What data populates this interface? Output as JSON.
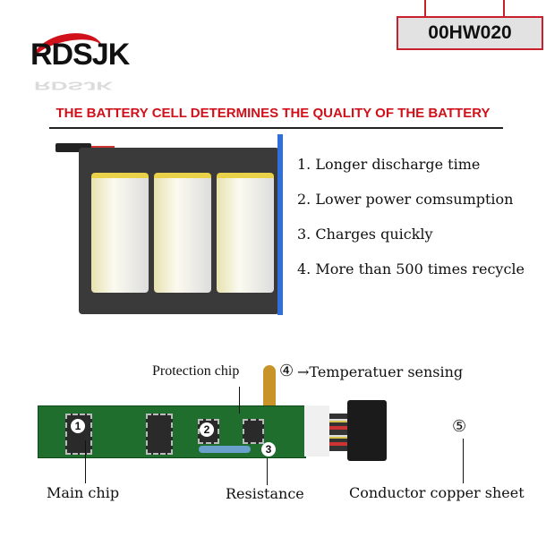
{
  "brand": {
    "logo_text": "RDSJK"
  },
  "model": "00HW020",
  "headline": "THE BATTERY CELL DETERMINES THE QUALITY OF THE BATTERY",
  "features": [
    "1. Longer discharge time",
    "2. Lower power comsumption",
    "3. Charges quickly",
    "4. More than 500 times recycle"
  ],
  "diagram": {
    "protection_chip": "Protection chip",
    "temperature_num": "④",
    "temperature_label": "→Temperatuer sensing",
    "main_chip": "Main chip",
    "resistance": "Resistance",
    "conductor_num": "⑤",
    "conductor": "Conductor copper sheet",
    "markers": [
      "1",
      "2",
      "3"
    ]
  }
}
